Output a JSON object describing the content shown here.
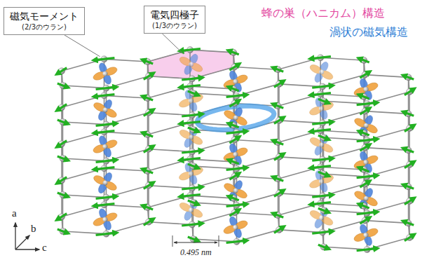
{
  "diagram": {
    "nodes": [
      {
        "text": [
          "磁気モーメント",
          "(2/3のウラン)"
        ]
      },
      {
        "text": [
          "電気四極子",
          "(1/3のウラン)"
        ]
      }
    ],
    "labels": [
      "蜂の巣（ハニカム）構造",
      "渦状の磁気構造",
      "a",
      "b",
      "c",
      "0.495 nm"
    ]
  }
}
